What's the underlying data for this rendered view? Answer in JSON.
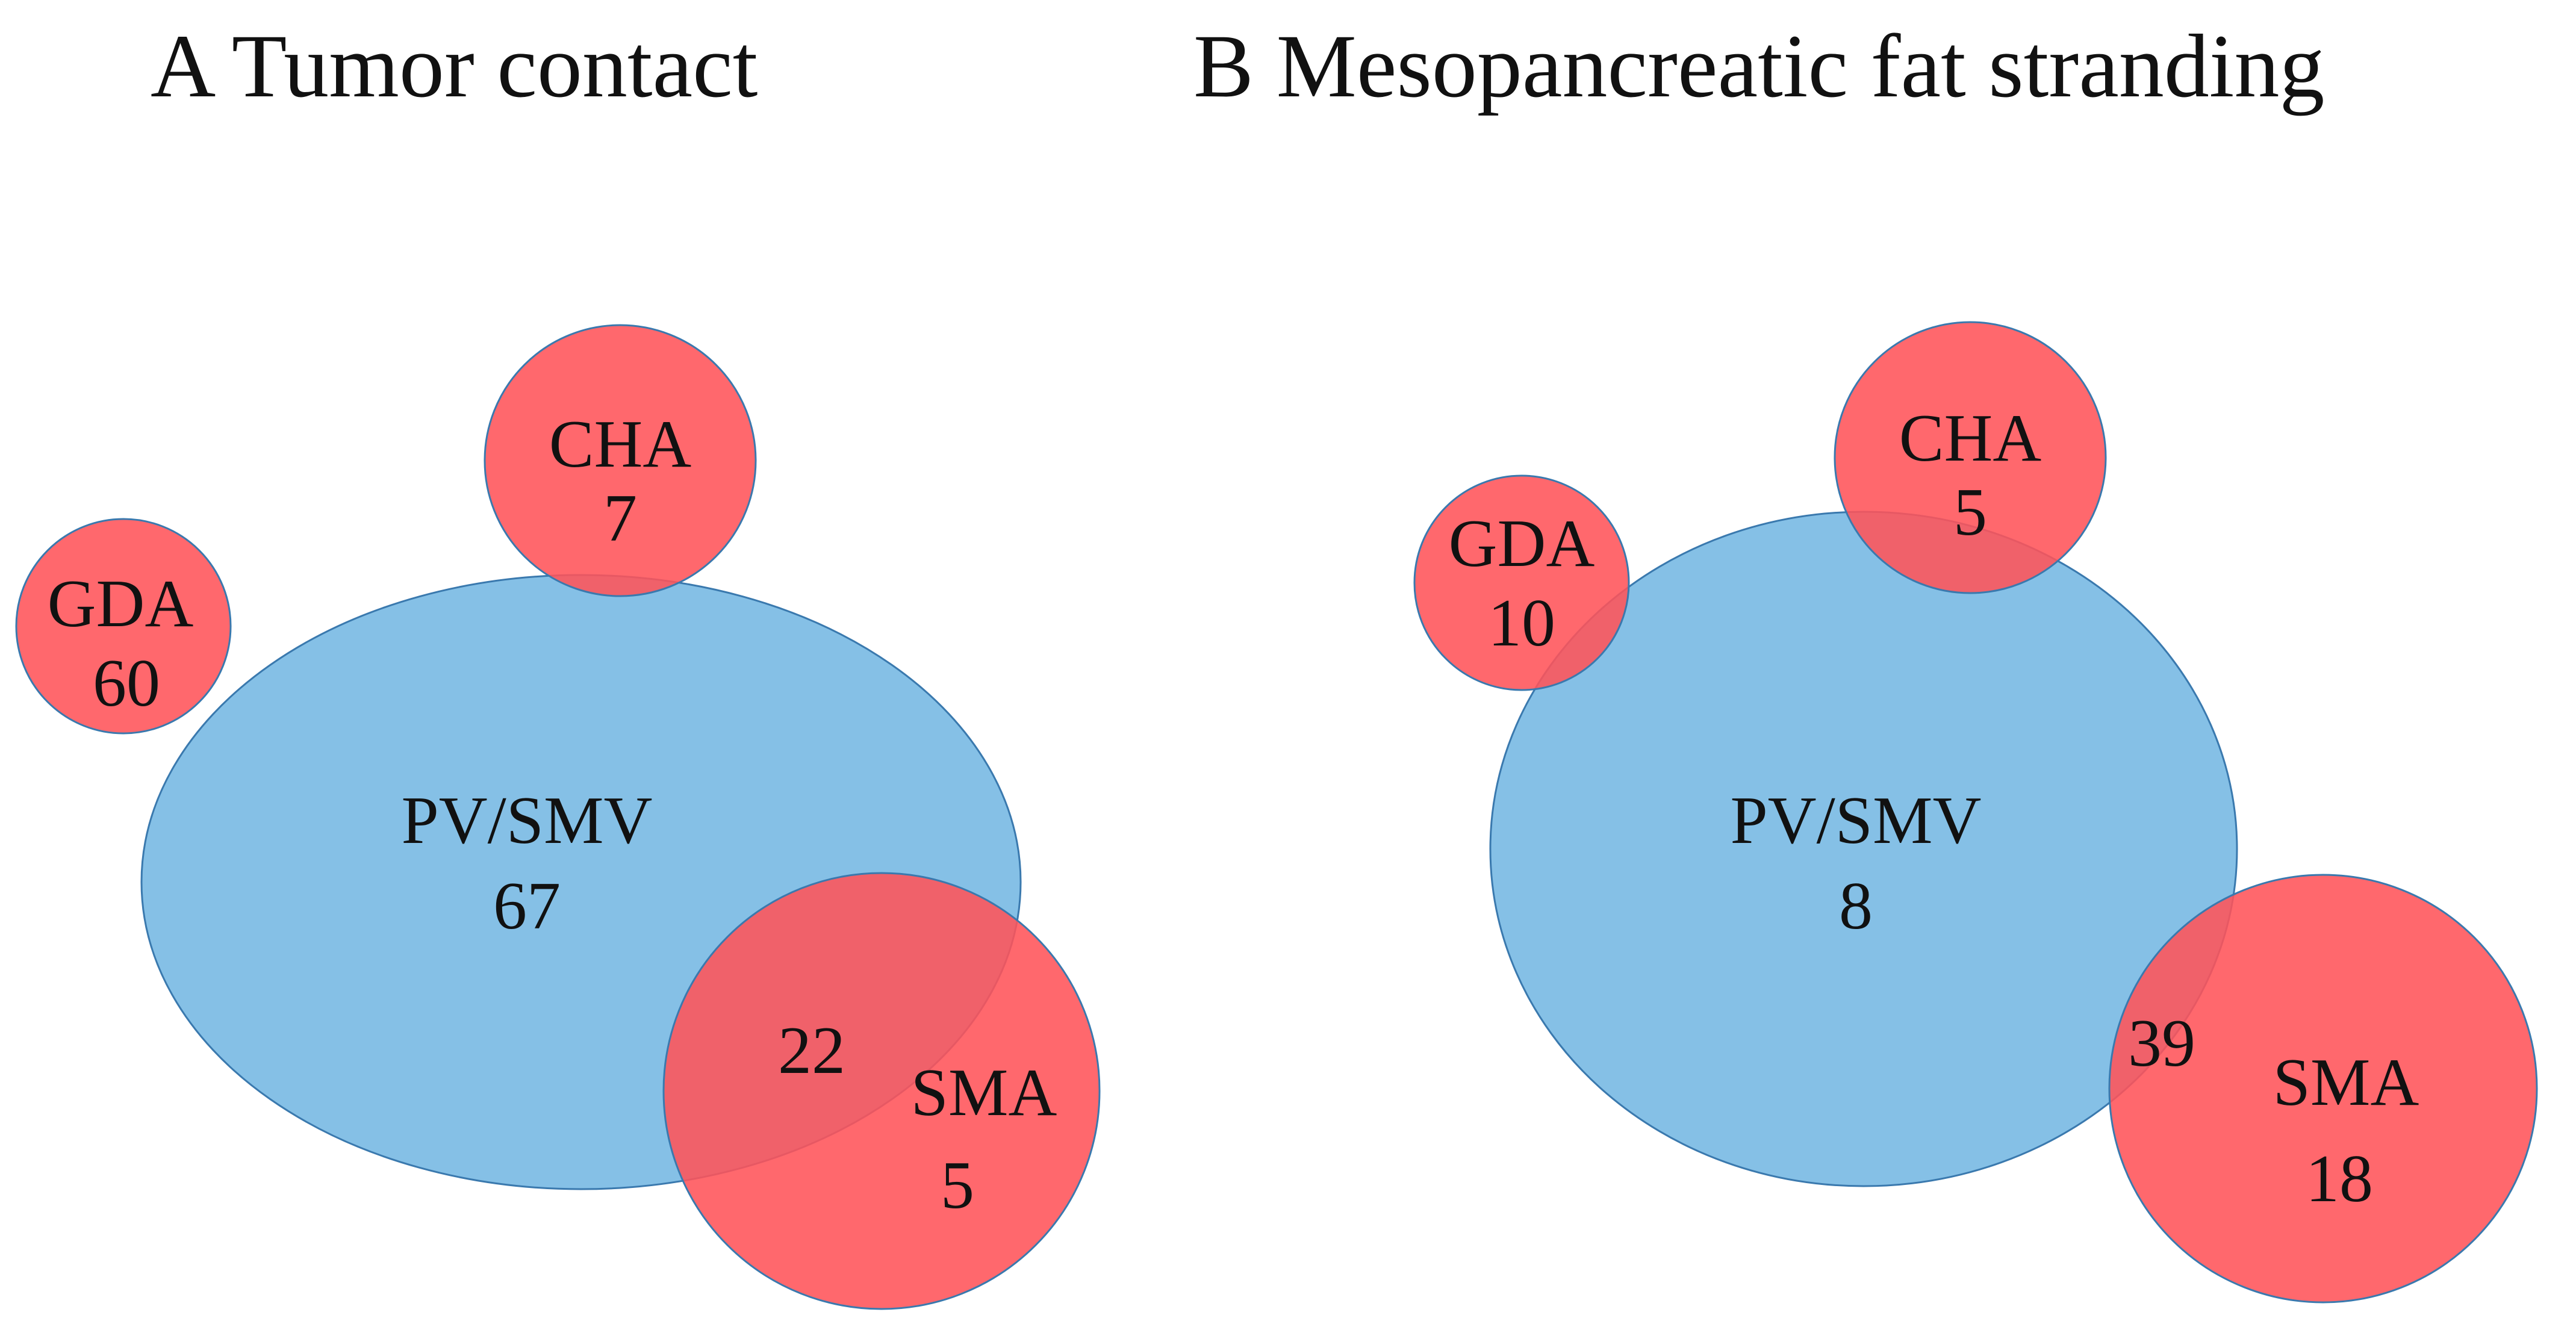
{
  "colors": {
    "major_set": "#85C0E6",
    "minor_set": "#FF5359",
    "outline": "#3A79AE",
    "text": "#111111"
  },
  "panels": [
    {
      "title": "A Tumor contact",
      "sets": [
        {
          "label": "PV/SMV",
          "count": "67"
        },
        {
          "label": "CHA",
          "count": "7"
        },
        {
          "label": "GDA",
          "count": "60"
        },
        {
          "label": "SMA",
          "count": "5"
        }
      ],
      "intersection": {
        "sets": [
          "PV/SMV",
          "SMA"
        ],
        "count": "22"
      }
    },
    {
      "title": "B Mesopancreatic fat stranding",
      "sets": [
        {
          "label": "PV/SMV",
          "count": "8"
        },
        {
          "label": "CHA",
          "count": "5"
        },
        {
          "label": "GDA",
          "count": "10"
        },
        {
          "label": "SMA",
          "count": "18"
        }
      ],
      "intersection": {
        "sets": [
          "PV/SMV",
          "SMA"
        ],
        "count": "39"
      }
    }
  ]
}
